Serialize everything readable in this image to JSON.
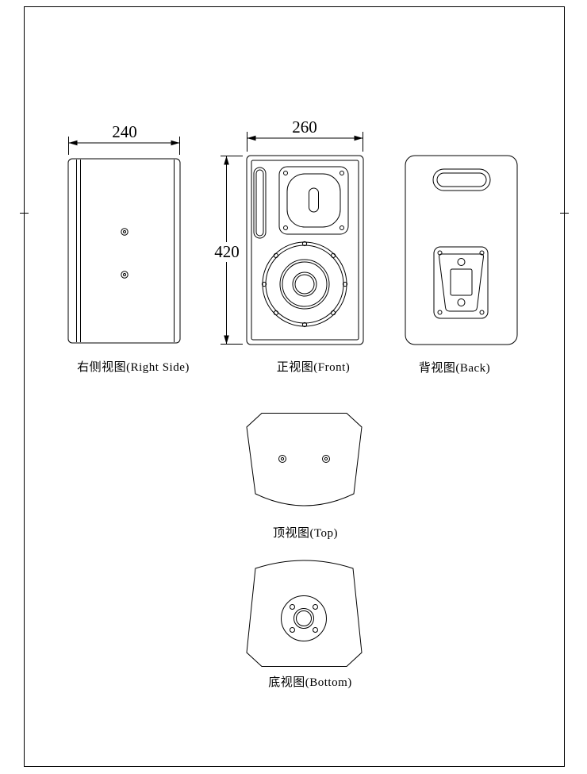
{
  "drawing": {
    "dimensions": {
      "side_width": "240",
      "front_width": "260",
      "front_height": "420"
    },
    "views": {
      "right_side": {
        "label": "右侧视图(Right Side)"
      },
      "front": {
        "label": "正视图(Front)"
      },
      "back": {
        "label": "背视图(Back)"
      },
      "top": {
        "label": "顶视图(Top)"
      },
      "bottom": {
        "label": "底视图(Bottom)"
      }
    }
  }
}
